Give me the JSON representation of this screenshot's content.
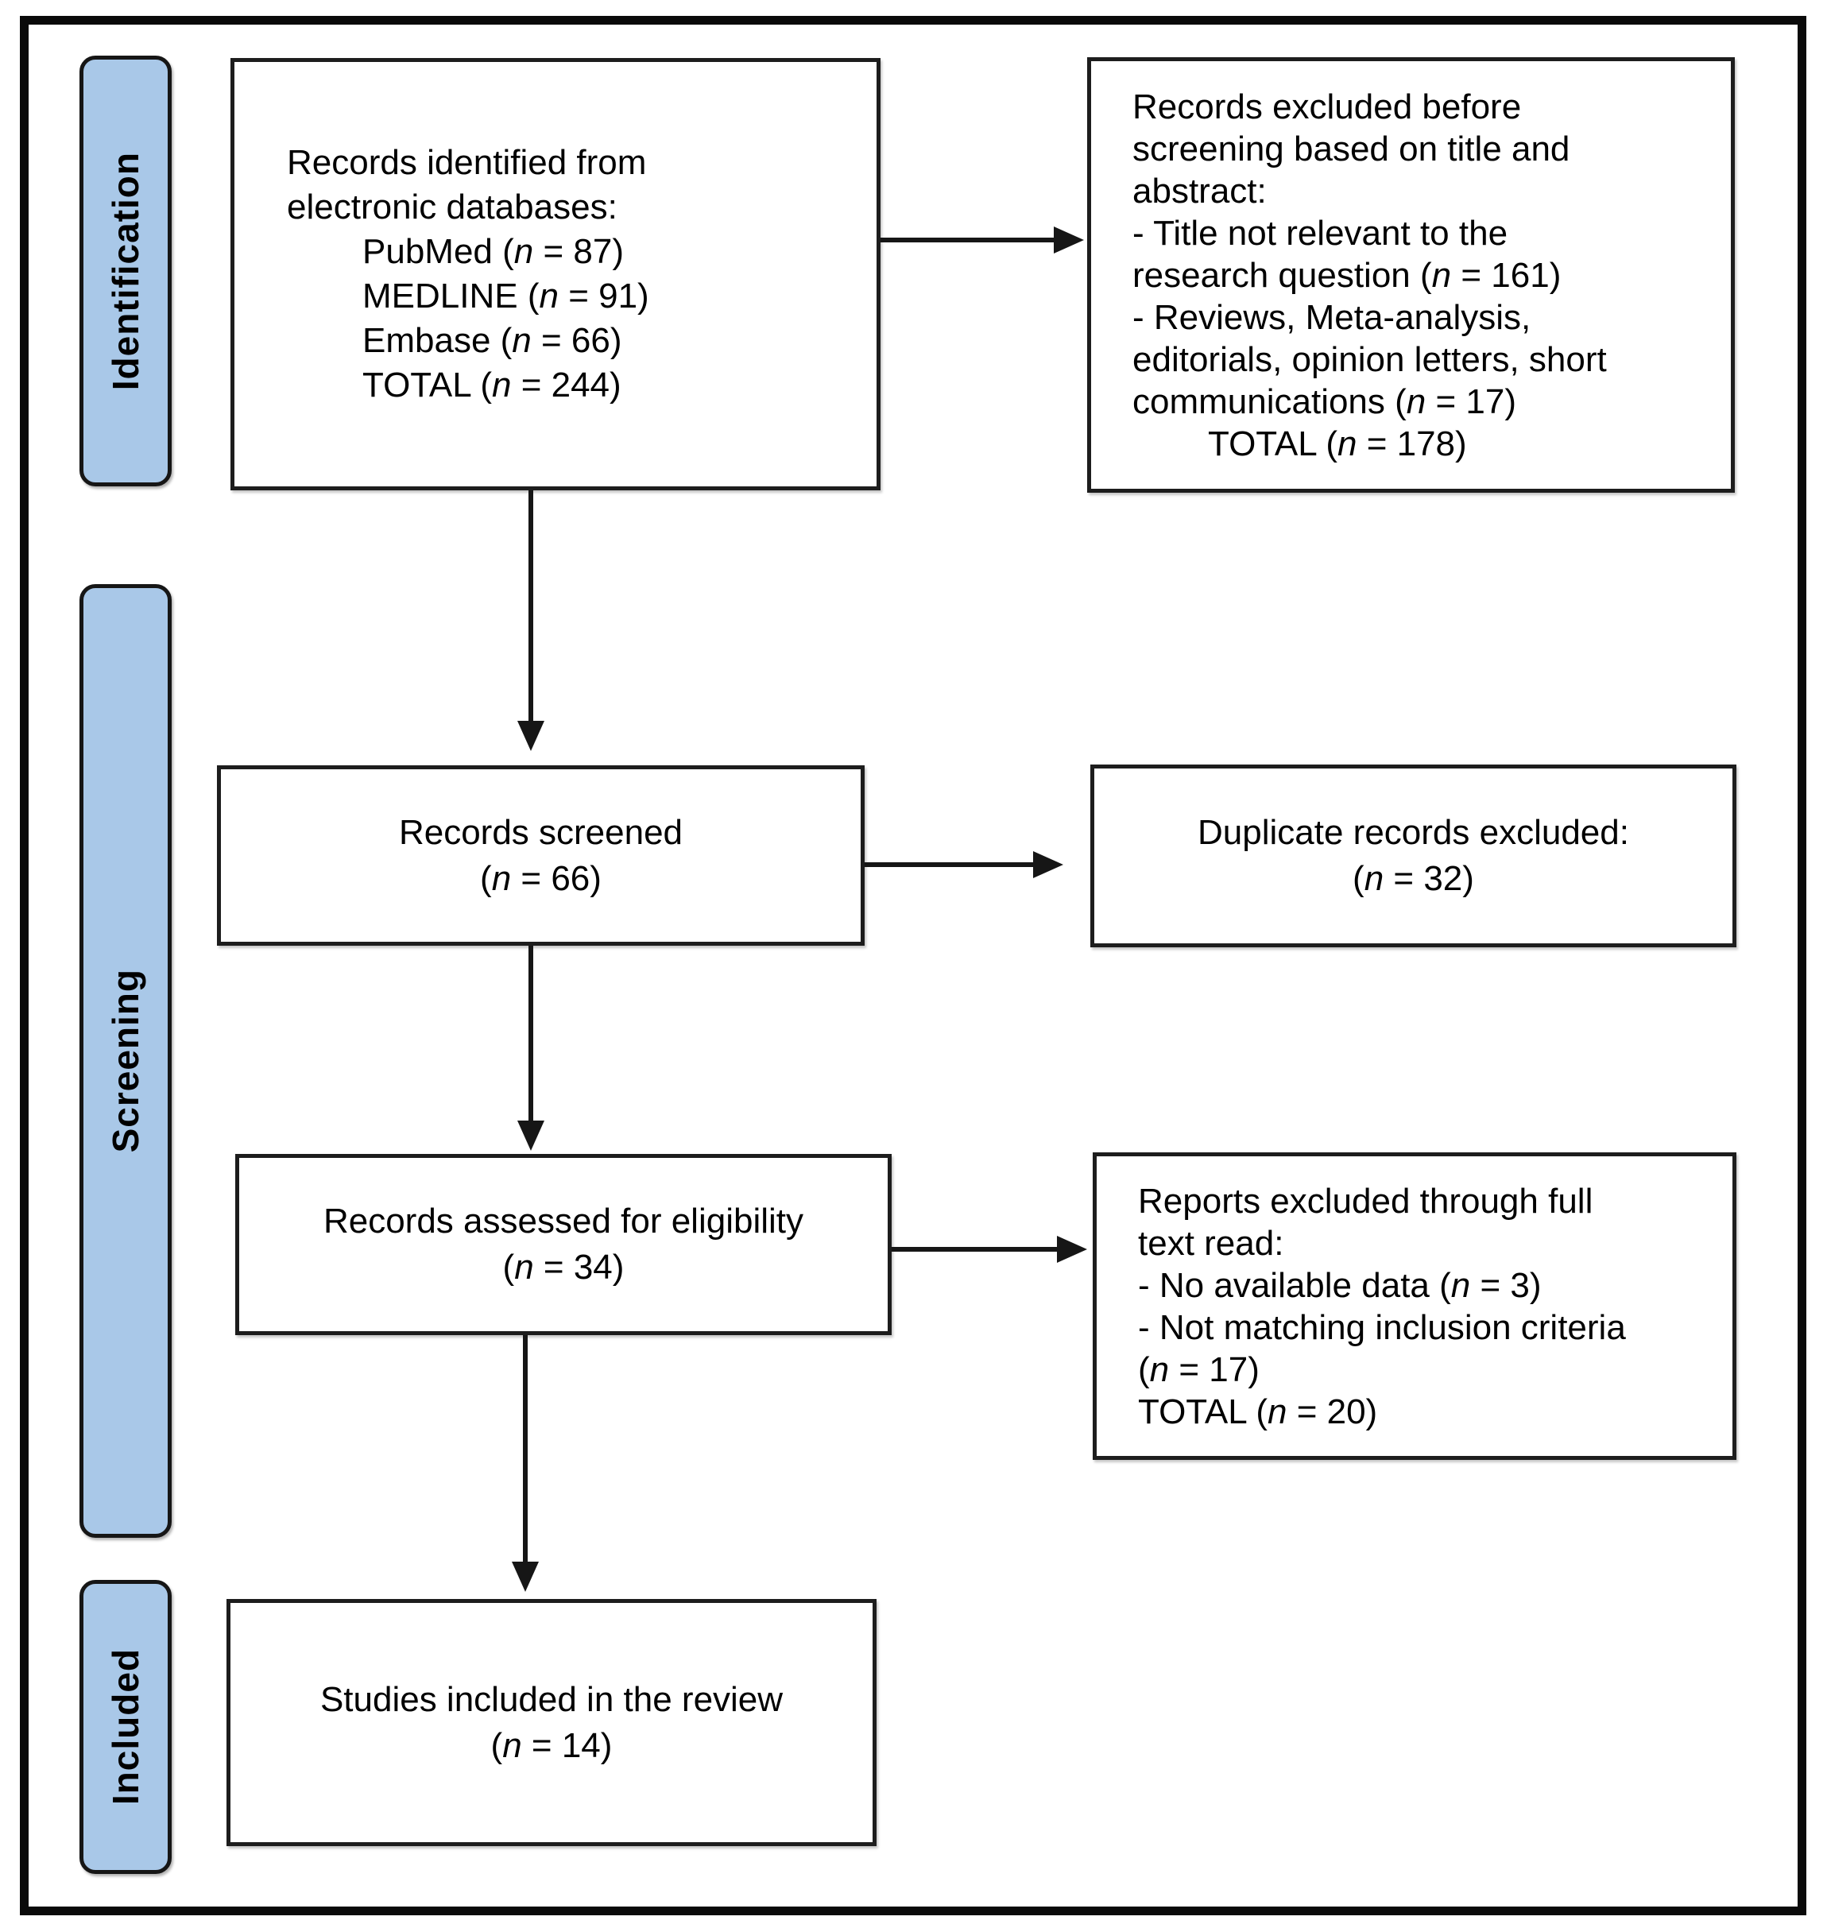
{
  "figure": {
    "type": "prisma-flow-diagram",
    "accent_color": "#a9c8e8",
    "border_color": "#0a0a0a",
    "n_label": "n",
    "equals_sign": "=",
    "stages": {
      "identification": "Identification",
      "screening": "Screening",
      "included": "Included"
    },
    "boxes": {
      "identified": {
        "lines": [
          {
            "text": "Records identified from"
          },
          {
            "text": "electronic databases:"
          },
          {
            "text": "PubMed",
            "n": "87",
            "indent": true
          },
          {
            "text": "MEDLINE",
            "n": "91",
            "indent": true
          },
          {
            "text": "Embase",
            "n": "66",
            "indent": true
          },
          {
            "text": "TOTAL",
            "n": "244",
            "indent": true
          }
        ]
      },
      "excluded_before_screening": {
        "lines": [
          {
            "text": "Records excluded before"
          },
          {
            "text": "screening based on title and"
          },
          {
            "text": "abstract:"
          },
          {
            "text": "- Title not relevant to the"
          },
          {
            "text": "research question",
            "n": "161"
          },
          {
            "text": "- Reviews, Meta-analysis,"
          },
          {
            "text": "editorials, opinion letters, short"
          },
          {
            "text": "communications",
            "n": "17"
          },
          {
            "text": "TOTAL",
            "n": "178",
            "indent": true
          }
        ]
      },
      "screened": {
        "lines": [
          {
            "text": "Records screened"
          },
          {
            "n": "66"
          }
        ]
      },
      "duplicates_excluded": {
        "lines": [
          {
            "text": "Duplicate records excluded:"
          },
          {
            "n": "32"
          }
        ]
      },
      "assessed": {
        "lines": [
          {
            "text": "Records assessed for eligibility"
          },
          {
            "n": "34"
          }
        ]
      },
      "excluded_full_text": {
        "lines": [
          {
            "text": "Reports excluded through full"
          },
          {
            "text": "text read:"
          },
          {
            "text": "- No available data",
            "n": "3"
          },
          {
            "text": "- Not matching inclusion criteria"
          },
          {
            "n": "17"
          },
          {
            "text": "TOTAL",
            "n": "20"
          }
        ]
      },
      "included_studies": {
        "lines": [
          {
            "text": "Studies included in the review"
          },
          {
            "n": "14"
          }
        ]
      }
    }
  }
}
